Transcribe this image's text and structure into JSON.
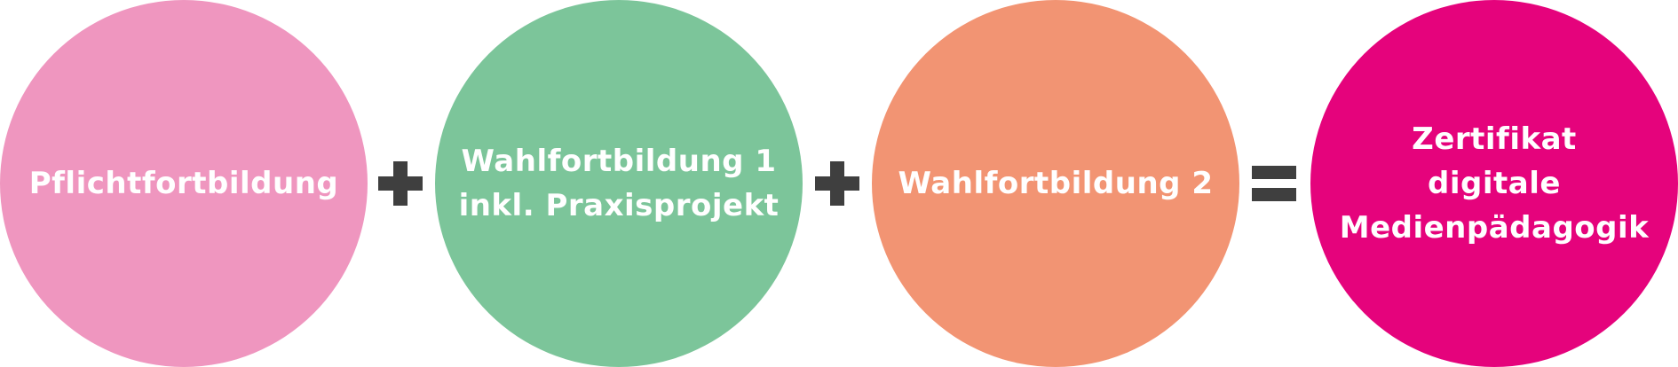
{
  "colors": {
    "pflicht": "#EF96BF",
    "wahl1": "#7CC59A",
    "wahl2": "#F29473",
    "zertifikat": "#E5037C",
    "operator": "#3F3F3F",
    "text": "#FFFFFF"
  },
  "nodes": [
    {
      "lines": [
        "Pflichtfortbildung"
      ]
    },
    {
      "lines": [
        "Wahlfortbildung 1",
        "inkl. Praxisprojekt"
      ]
    },
    {
      "lines": [
        "Wahlfortbildung 2"
      ]
    },
    {
      "lines": [
        "Zertifikat",
        "digitale",
        "Medienpädagogik"
      ]
    }
  ],
  "operators": [
    "plus",
    "plus",
    "equals"
  ]
}
